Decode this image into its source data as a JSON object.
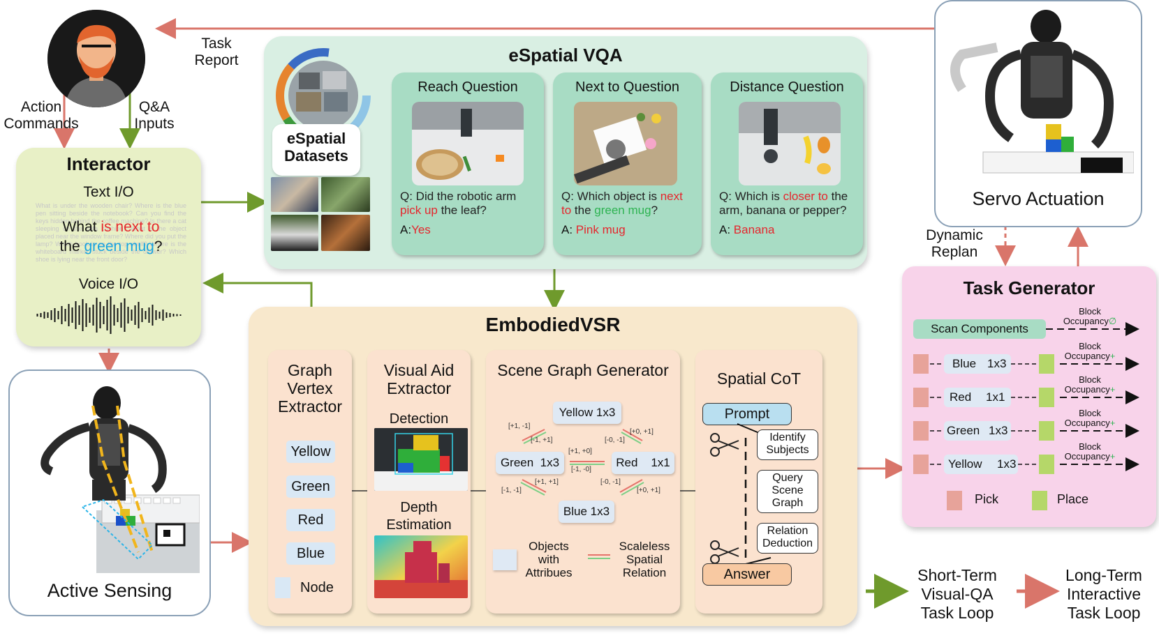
{
  "top": {
    "task_report": "Task\nReport",
    "action_commands": "Action\nCommands",
    "qa_inputs": "Q&A\nInputs",
    "dynamic_replan": "Dynamic\nReplan"
  },
  "interactor": {
    "title": "Interactor",
    "text_io": "Text I/O",
    "bg_text": "What is under the wooden chair? Where is the blue pen sitting beside the notebook? Can you find the keys hidden behind the coffee machine? Is there a cat sleeping on the sofa cushion? What is the object placed near the window frame? Where did you put the lamp? Which book is on the top shelf? Where is the whiteboard marker stuck beside the drawer? Which shoe is lying near the front door?",
    "q_what": "What ",
    "q_isnext": "is next to",
    "q_the": "the ",
    "q_greenmug": "green mug",
    "q_mark": "?",
    "voice_io": "Voice I/O"
  },
  "active_sensing": {
    "title": "Active Sensing"
  },
  "servo": {
    "title": "Servo Actuation"
  },
  "vqa": {
    "title": "eSpatial VQA",
    "datasets_label": "eSpatial\nDatasets",
    "cards": [
      {
        "title": "Reach Question",
        "q1": "Q: Did the robotic arm ",
        "q_hl": "pick up",
        "q2": " the leaf?",
        "a_prefix": "A:",
        "answer": "Yes"
      },
      {
        "title": "Next to Question",
        "q1": "Q: Which object is ",
        "q_hl": "next to",
        "q2": " the ",
        "q_hl2": "green mug",
        "q3": "?",
        "a_prefix": "A: ",
        "answer": "Pink mug"
      },
      {
        "title": "Distance Question",
        "q1": "Q: Which is ",
        "q_hl": "closer to",
        "q2": " the arm, banana or pepper?",
        "a_prefix": "A: ",
        "answer": "Banana"
      }
    ]
  },
  "embodied": {
    "title": "EmbodiedVSR",
    "gve": {
      "title": "Graph\nVertex\nExtractor",
      "nodes": [
        "Yellow",
        "Green",
        "Red",
        "Blue"
      ],
      "legend": "Node"
    },
    "vae": {
      "title": "Visual Aid\nExtractor",
      "detection": "Detection",
      "depth": "Depth\nEstimation"
    },
    "sgg": {
      "title": "Scene Graph Generator",
      "yellow": "Yellow 1x3",
      "green": "Green  1x3",
      "red": "Red    1x1",
      "blue": "Blue 1x3",
      "e1a": "[+1, -1]",
      "e1b": "[-1, +1]",
      "e2a": "[+0, +1]",
      "e2b": "[-0, -1]",
      "e3a": "[+1, +0]",
      "e3b": "[-1, -0]",
      "e4a": "[+1, +1]",
      "e4b": "[-1, -1]",
      "e5a": "[-0, -1]",
      "e5b": "[+0, +1]",
      "objects": "Objects\nwith\nAttribues",
      "scaleless": "Scaleless\nSpatial\nRelation"
    },
    "cot": {
      "title": "Spatial CoT",
      "prompt": "Prompt",
      "identify": "Identify\nSubjects",
      "query": "Query\nScene\nGraph",
      "relation": "Relation\nDeduction",
      "answer": "Answer"
    }
  },
  "task_gen": {
    "title": "Task Generator",
    "scan": "Scan Components",
    "occ_label": "Block\nOccupancy",
    "occ_marks": [
      "∅",
      "+",
      "+",
      "+",
      "+"
    ],
    "rows": [
      {
        "color": "Blue",
        "size": "1x3"
      },
      {
        "color": "Red",
        "size": "1x1"
      },
      {
        "color": "Green",
        "size": "1x3"
      },
      {
        "color": "Yellow",
        "size": "1x3"
      }
    ],
    "pick": "Pick",
    "place": "Place"
  },
  "loops": {
    "short": "Short-Term\nVisual-QA\nTask Loop",
    "long": "Long-Term\nInteractive\nTask Loop"
  },
  "colors": {
    "interactor_bg": "#e8f0c6",
    "vqa_bg": "#d9efe3",
    "card_bg": "#a8dcc4",
    "embodied_bg": "#f8e8cc",
    "sub_bg": "#fbe2cf",
    "taskgen_bg": "#f8d3ea",
    "arrow_red": "#d9756a",
    "arrow_green": "#6f9a2c"
  }
}
